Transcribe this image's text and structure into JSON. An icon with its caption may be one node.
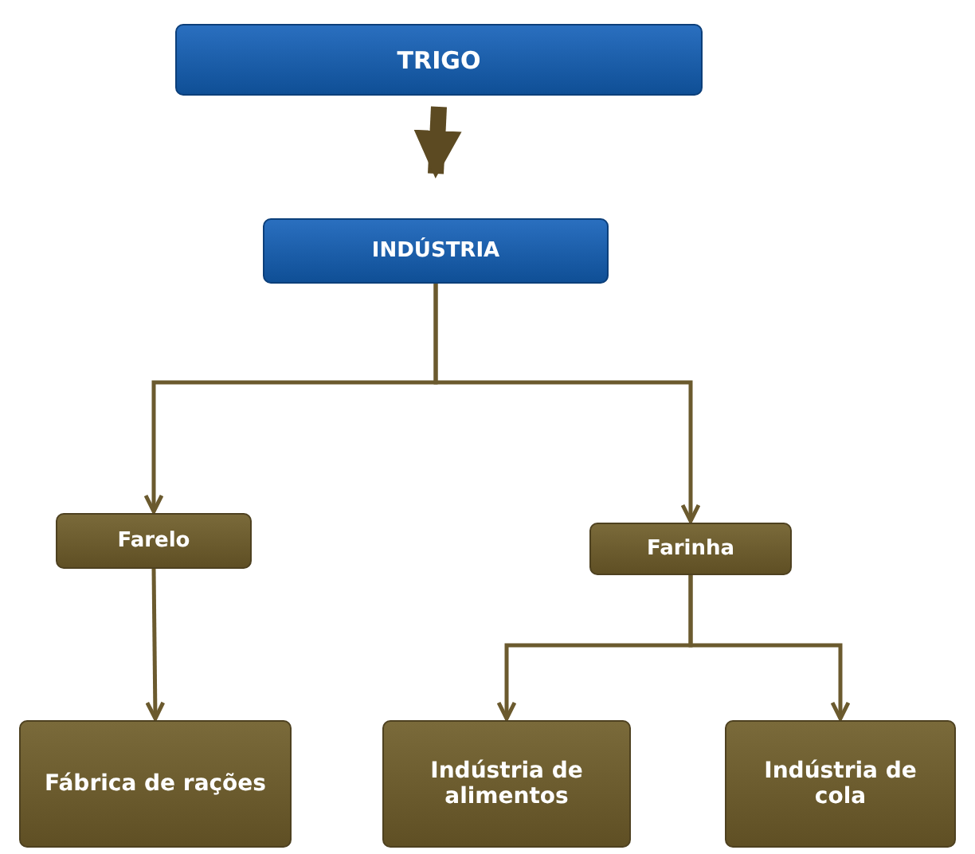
{
  "diagram": {
    "nodes": [
      {
        "text": [
          "TRIGO"
        ]
      },
      {
        "text": [
          "INDÚSTRIA"
        ]
      },
      {
        "text": [
          "Farelo"
        ]
      },
      {
        "text": [
          "Farinha"
        ]
      },
      {
        "text": [
          "Fábrica de rações"
        ]
      },
      {
        "text": [
          "Indústria de alimentos"
        ]
      },
      {
        "text": [
          "Indústria de cola"
        ]
      }
    ],
    "edges": [
      {
        "from": 0,
        "to": 1,
        "arrow": "to",
        "style": "thick"
      },
      {
        "from": 1,
        "to": 2,
        "arrow": "to"
      },
      {
        "from": 1,
        "to": 3,
        "arrow": "to"
      },
      {
        "from": 2,
        "to": 4,
        "arrow": "to"
      },
      {
        "from": 3,
        "to": 5,
        "arrow": "to"
      },
      {
        "from": 3,
        "to": 6,
        "arrow": "to"
      }
    ]
  }
}
